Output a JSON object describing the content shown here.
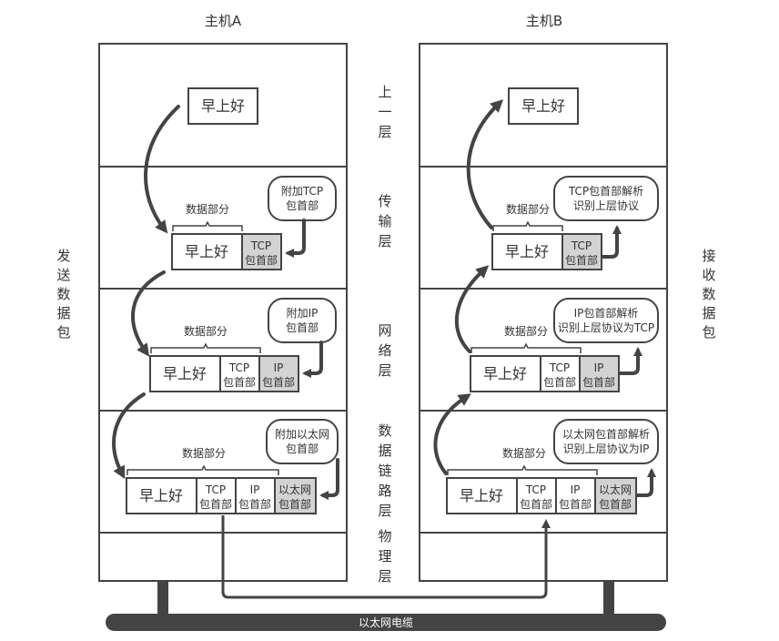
{
  "hostA": "主机A",
  "hostB": "主机B",
  "left_side": [
    "发",
    "送",
    "数",
    "据",
    "包"
  ],
  "right_side": [
    "接",
    "收",
    "数",
    "据",
    "包"
  ],
  "layers": [
    [
      "上",
      "一",
      "层"
    ],
    [
      "传",
      "输",
      "层"
    ],
    [
      "网",
      "络",
      "层"
    ],
    [
      "数",
      "据",
      "链",
      "路",
      "层"
    ],
    [
      "物",
      "理",
      "层"
    ]
  ],
  "message": "早上好",
  "data_part": "数据部分",
  "tcp_header": [
    "TCP",
    "包首部"
  ],
  "ip_header": [
    "IP",
    "包首部"
  ],
  "eth_header": [
    "以太网",
    "包首部"
  ],
  "a_notes": {
    "tcp": [
      "附加TCP",
      "包首部"
    ],
    "ip": [
      "附加IP",
      "包首部"
    ],
    "eth": [
      "附加以太网",
      "包首部"
    ]
  },
  "b_notes": {
    "tcp": [
      "TCP包首部解析",
      "识别上层协议"
    ],
    "ip": [
      "IP包首部解析",
      "识别上层协议为TCP"
    ],
    "eth": [
      "以太网包首部解析",
      "识别上层协议为IP"
    ]
  },
  "cable": "以太网电缆"
}
